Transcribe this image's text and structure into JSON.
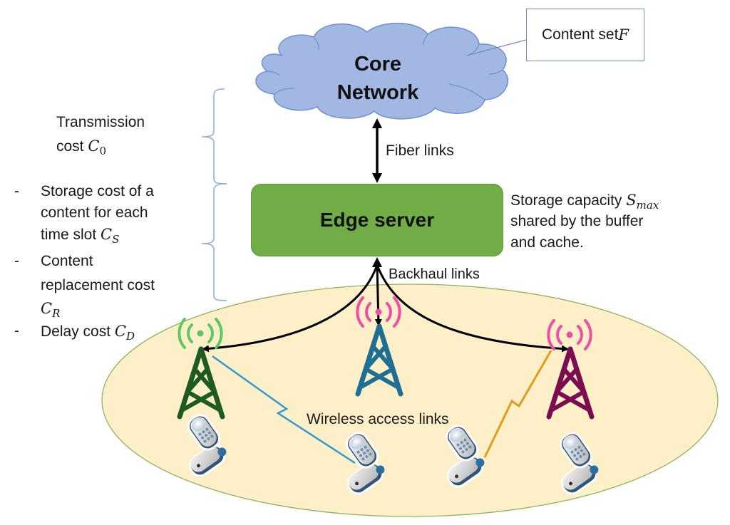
{
  "diagram": {
    "core_network": {
      "line1": "Core",
      "line2": "Network"
    },
    "content_set": {
      "text": "Content set ",
      "symbol": "F"
    },
    "edge_server": {
      "label": "Edge server"
    },
    "links": {
      "fiber": "Fiber links",
      "backhaul": "Backhaul links",
      "wireless": "Wireless access links"
    },
    "storage_note": {
      "line1_text": "Storage capacity ",
      "line1_symbol": "S",
      "line1_sub": "max",
      "line2": "shared by the buffer",
      "line3": "and cache."
    },
    "transmission_cost": {
      "line1": "Transmission",
      "line2_text": "cost ",
      "symbol": "C",
      "sub": "0"
    },
    "edge_costs": [
      {
        "bullet": "-",
        "lines": [
          "Storage cost of a",
          "content for each",
          "time slot "
        ],
        "symbol": "C",
        "sub": "S"
      },
      {
        "bullet": "-",
        "lines": [
          "Content",
          "replacement cost",
          ""
        ],
        "symbol": "C",
        "sub": "R"
      },
      {
        "bullet": "-",
        "lines": [
          "Delay cost "
        ],
        "symbol": "C",
        "sub": "D"
      }
    ],
    "towers": [
      {
        "name": "tower-left",
        "body_color": "#1e5b23",
        "signal_color": "#5ec860"
      },
      {
        "name": "tower-center",
        "body_color": "#1f6f95",
        "signal_color": "#ee4fa6"
      },
      {
        "name": "tower-right",
        "body_color": "#7b0c4f",
        "signal_color": "#ee4fa6"
      }
    ],
    "colors": {
      "cloud_fill": "#a3b7e3",
      "cloud_stroke": "#6e8fd0",
      "edge_fill": "#70ad47",
      "coverage_fill": "#fdefc7",
      "coverage_stroke": "#8db55d",
      "bracket": "#8fb0de",
      "wireless_blue": "#2e9ad6",
      "wireless_orange": "#e39b1c"
    }
  }
}
